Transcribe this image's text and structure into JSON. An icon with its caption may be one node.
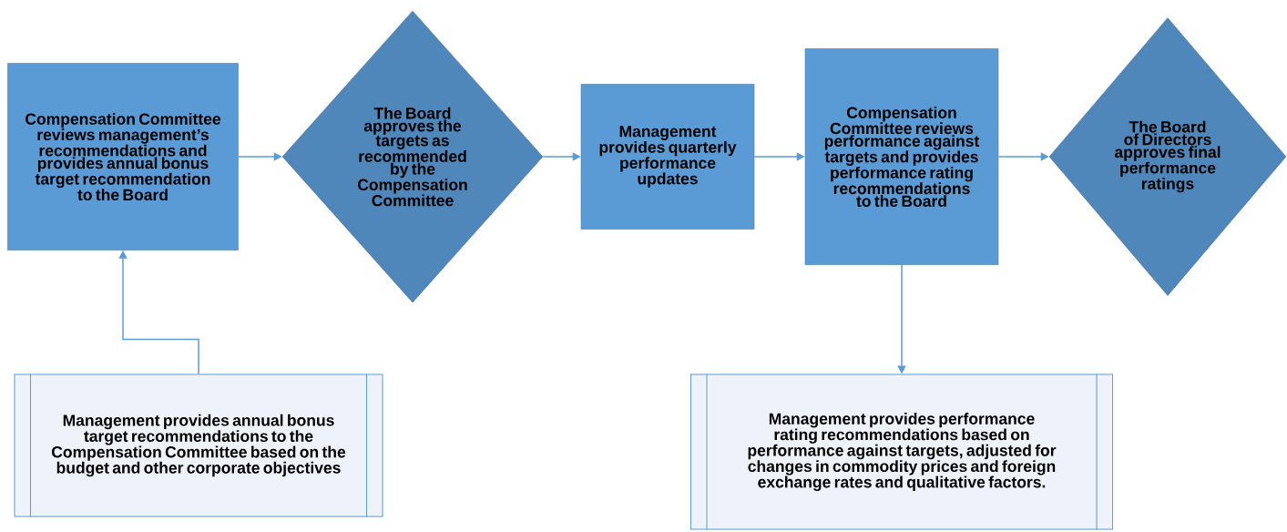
{
  "diagram": {
    "nodes": [
      {
        "text": [
          "Compensation Committee reviews management’s recommendations and provides annual bonus target recommendation to the Board"
        ]
      },
      {
        "text": [
          "The Board approves the targets as recommended by the Compensation Committee"
        ]
      },
      {
        "text": [
          "Management provides quarterly performance updates"
        ]
      },
      {
        "text": [
          "Compensation Committee reviews performance against targets and provides performance rating recommendations to the Board"
        ]
      },
      {
        "text": [
          "The Board of Directors approves final performance ratings"
        ]
      },
      {
        "text": [
          "Management provides annual bonus target recommendations to the Compensation Committee based on the budget and other corporate objectives"
        ]
      },
      {
        "text": [
          "Management provides performance rating recommendations based on performance against targets, adjusted for changes in commodity prices and foreign exchange rates and qualitative factors."
        ]
      }
    ],
    "edges": [
      {
        "from": 0,
        "to": 1,
        "arrow": "to"
      },
      {
        "from": 1,
        "to": 2,
        "arrow": "to"
      },
      {
        "from": 2,
        "to": 3,
        "arrow": "to"
      },
      {
        "from": 3,
        "to": 4,
        "arrow": "to"
      },
      {
        "from": 5,
        "to": 0,
        "arrow": "to"
      },
      {
        "from": 3,
        "to": 6,
        "arrow": "to"
      }
    ]
  }
}
